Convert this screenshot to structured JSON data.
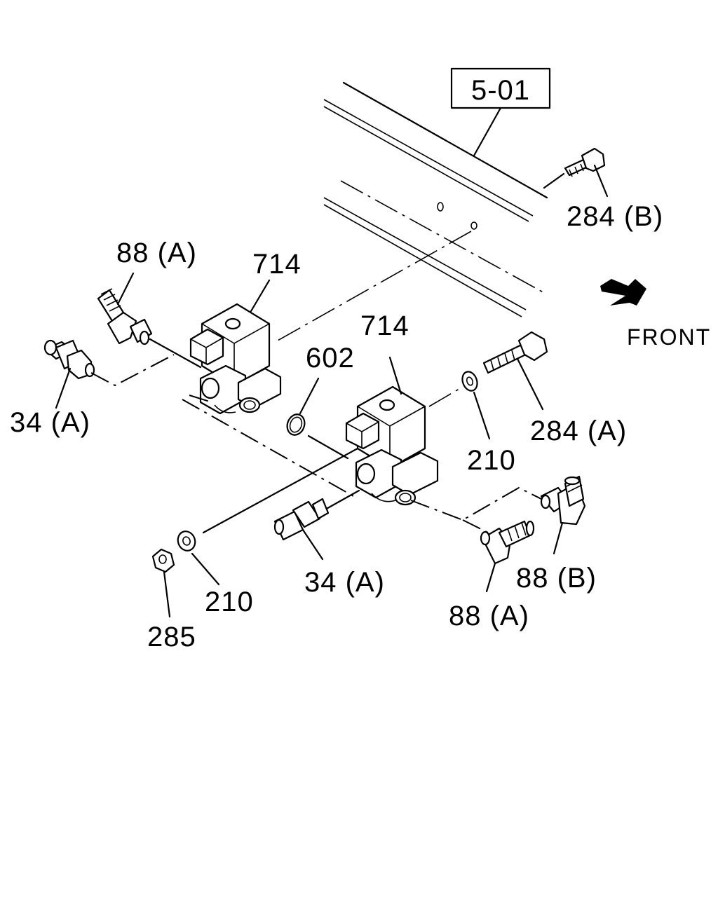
{
  "diagram": {
    "ref_box": "5-01",
    "direction_label": "FRONT",
    "callouts": {
      "bolt_284b": "284 (B)",
      "fitting_88a_upper": "88 (A)",
      "valve_714_upper": "714",
      "valve_714_lower": "714",
      "oring_602": "602",
      "connector_34a_upper": "34 (A)",
      "bolt_284a": "284 (A)",
      "washer_210_right": "210",
      "connector_34a_lower": "34 (A)",
      "washer_210_left": "210",
      "nut_285": "285",
      "fitting_88a_lower": "88 (A)",
      "fitting_88b": "88 (B)"
    }
  }
}
